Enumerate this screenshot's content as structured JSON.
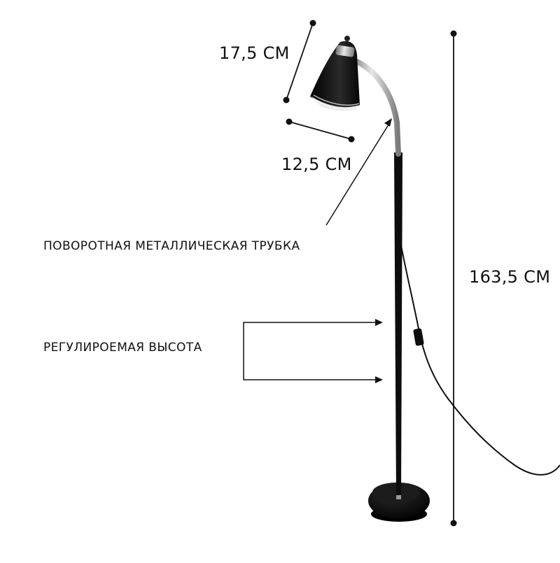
{
  "dimensions": {
    "shade_height": "17,5 СМ",
    "shade_width": "12,5 СМ",
    "total_height": "163,5 СМ"
  },
  "captions": {
    "swivel_tube": "ПОВОРОТНАЯ МЕТАЛЛИЧЕСКАЯ ТРУБКА",
    "adjustable_height": "РЕГУЛИРОЕМАЯ ВЫСОТА"
  },
  "colors": {
    "lamp_black": "#0d0d0d",
    "chrome": "#a8a8a8",
    "line": "#111111"
  }
}
